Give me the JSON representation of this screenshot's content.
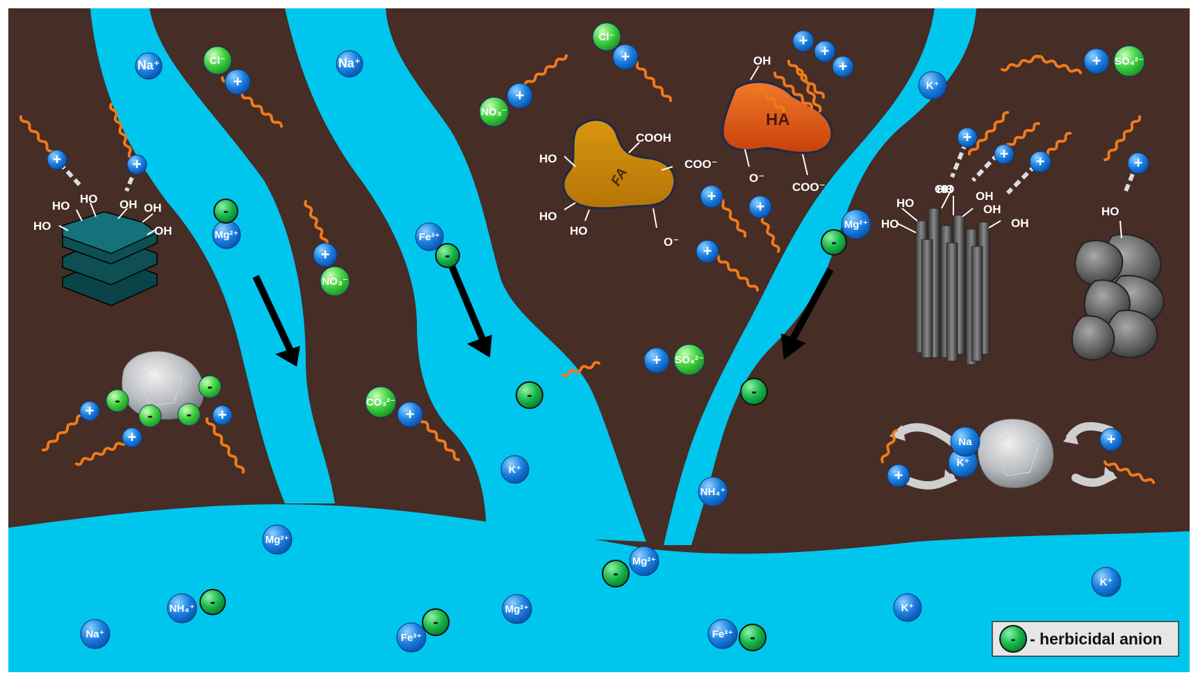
{
  "legend": {
    "symbol": "-",
    "text": "- herbicidal anion"
  },
  "colors": {
    "soil": "#4a3029",
    "water": "#00c6ee",
    "cation": "#1a7fe0",
    "anion": "#3ecf3e",
    "herbicide_anion": "#17b84a",
    "chain": "#f07a1a",
    "humic_acid": "#e4560c",
    "fulvic_acid": "#cf8a0c",
    "clay": "#125e63",
    "carbon": "#555555"
  },
  "labels": {
    "plus": "+",
    "minus": "-",
    "ho": "HO",
    "oh": "OH",
    "cooh": "COOH",
    "coo": "COO⁻",
    "o": "O⁻",
    "ha": "HA",
    "fa": "FA"
  },
  "ions": {
    "na": "Na⁺",
    "na_split": "Na",
    "k": "K⁺",
    "mg": "Mg²⁺",
    "fe": "Fe³⁺",
    "nh4": "NH₄⁺",
    "cl": "Cl⁻",
    "no3": "NO₃⁻",
    "so4": "SO₄²⁻",
    "co3": "CO₃²⁻"
  }
}
